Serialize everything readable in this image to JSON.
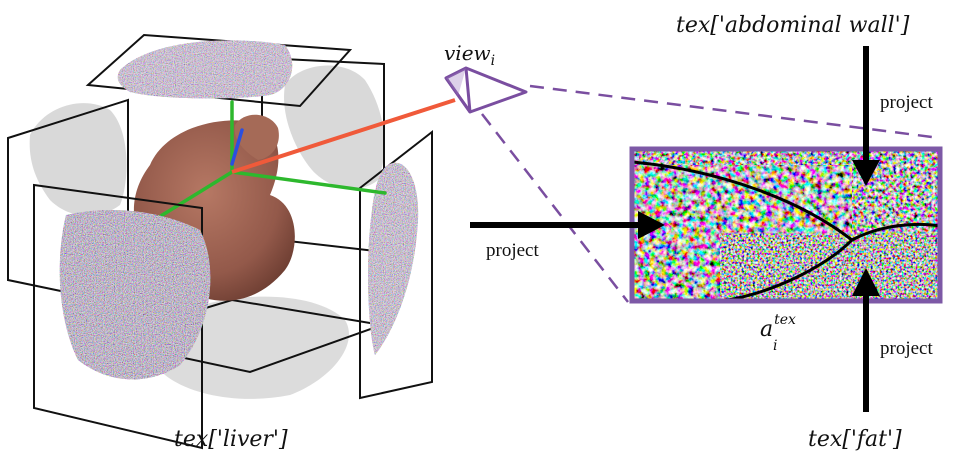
{
  "labels": {
    "view": "view",
    "view_sub": "i",
    "tex_liver": "tex['liver']",
    "tex_abdominal_wall": "tex['abdominal wall']",
    "tex_fat": "tex['fat']",
    "project_top": "project",
    "project_left": "project",
    "project_bottom": "project",
    "atlas_base": "a",
    "atlas_sub": "i",
    "atlas_sup": "tex"
  },
  "colors": {
    "camera": "#7a4ea0",
    "view_ray": "#f05a3a",
    "axis_green": "#2db82d",
    "axis_blue": "#2a4fe0",
    "organ": "#9e6350",
    "shadow": "#d9d9d9",
    "frame_border": "#7d59a6",
    "arrow": "#000000"
  },
  "icons": {
    "camera": "camera-frustum-icon"
  }
}
